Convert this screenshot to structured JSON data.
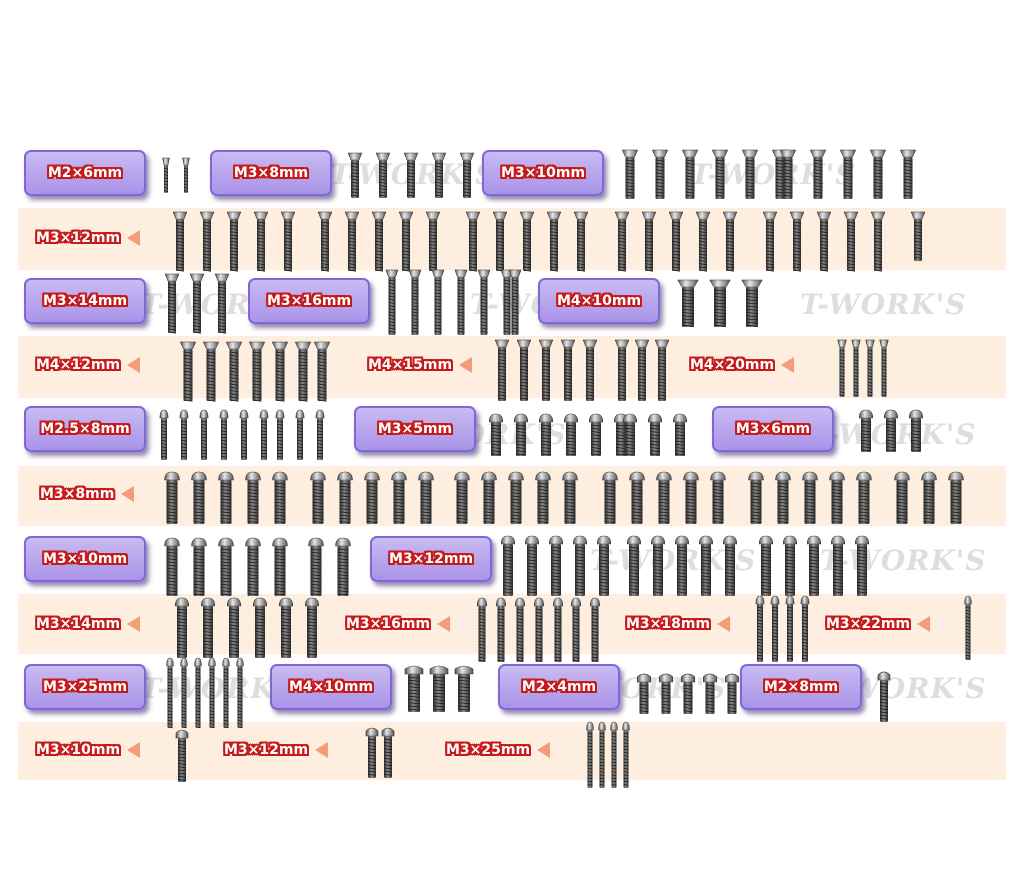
{
  "watermark": "T-WORK'S",
  "colors": {
    "band": "#fdeedf",
    "label_fill": "#b7a4ed",
    "label_border": "#8067d6",
    "text_outline": "#c61a1a",
    "arrow": "#f29c7a",
    "screw": "#444444"
  },
  "boxed_labels": [
    {
      "text": "M2×6mm"
    },
    {
      "text": "M3×8mm"
    },
    {
      "text": "M3×10mm"
    },
    {
      "text": "M3×14mm"
    },
    {
      "text": "M3×16mm"
    },
    {
      "text": "M4×10mm"
    },
    {
      "text": "M2.5×8mm"
    },
    {
      "text": "M3×5mm"
    },
    {
      "text": "M3×6mm"
    },
    {
      "text": "M3×10mm"
    },
    {
      "text": "M3×12mm"
    },
    {
      "text": "M3×25mm"
    },
    {
      "text": "M4×10mm"
    },
    {
      "text": "M2×4mm"
    },
    {
      "text": "M2×8mm"
    }
  ],
  "arrow_labels": [
    {
      "text": "M3×12mm"
    },
    {
      "text": "M4×12mm"
    },
    {
      "text": "M4×15mm"
    },
    {
      "text": "M4×20mm"
    },
    {
      "text": "M3×8mm"
    },
    {
      "text": "M3×14mm"
    },
    {
      "text": "M3×16mm"
    },
    {
      "text": "M3×18mm"
    },
    {
      "text": "M3×22mm"
    },
    {
      "text": "M3×10mm"
    },
    {
      "text": "M3×12mm"
    },
    {
      "text": "M3×25mm"
    }
  ]
}
